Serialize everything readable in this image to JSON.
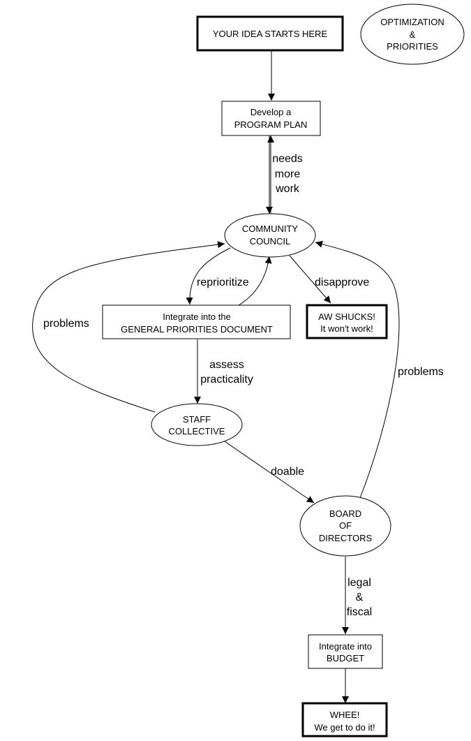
{
  "diagram": {
    "type": "flowchart",
    "title": "OPTIMIZATION & PRIORITIES",
    "title_lines": [
      "OPTIMIZATION",
      "&",
      "PRIORITIES"
    ],
    "nodes": {
      "start": {
        "lines": [
          "YOUR IDEA STARTS HERE"
        ],
        "shape": "box-bold"
      },
      "program_plan": {
        "lines": [
          "Develop a",
          "PROGRAM PLAN"
        ],
        "shape": "box"
      },
      "community_council": {
        "lines": [
          "COMMUNITY",
          "COUNCIL"
        ],
        "shape": "ellipse"
      },
      "priorities_doc": {
        "lines": [
          "Integrate into the",
          "GENERAL PRIORITIES DOCUMENT"
        ],
        "shape": "box"
      },
      "aw_shucks": {
        "lines": [
          "AW SHUCKS!",
          "It won't work!"
        ],
        "shape": "box-bold"
      },
      "staff_collective": {
        "lines": [
          "STAFF",
          "COLLECTIVE"
        ],
        "shape": "ellipse"
      },
      "board": {
        "lines": [
          "BOARD",
          "OF",
          "DIRECTORS"
        ],
        "shape": "ellipse"
      },
      "budget": {
        "lines": [
          "Integrate into",
          "BUDGET"
        ],
        "shape": "box"
      },
      "whee": {
        "lines": [
          "WHEE!",
          "We get to do it!"
        ],
        "shape": "box-bold"
      }
    },
    "edges": [
      {
        "from": "start",
        "to": "program_plan",
        "label_lines": []
      },
      {
        "from": "program_plan",
        "to": "community_council",
        "label_lines": [
          "needs",
          "more",
          "work"
        ],
        "bidirectional": true
      },
      {
        "from": "community_council",
        "to": "priorities_doc",
        "label_lines": [
          "reprioritize"
        ]
      },
      {
        "from": "priorities_doc",
        "to": "community_council",
        "label_lines": []
      },
      {
        "from": "community_council",
        "to": "aw_shucks",
        "label_lines": [
          "disapprove"
        ]
      },
      {
        "from": "priorities_doc",
        "to": "staff_collective",
        "label_lines": [
          "assess",
          "practicality"
        ]
      },
      {
        "from": "staff_collective",
        "to": "community_council",
        "label_lines": [
          "problems"
        ]
      },
      {
        "from": "staff_collective",
        "to": "board",
        "label_lines": [
          "doable"
        ]
      },
      {
        "from": "board",
        "to": "community_council",
        "label_lines": [
          "problems"
        ]
      },
      {
        "from": "board",
        "to": "budget",
        "label_lines": [
          "legal",
          "&",
          "fiscal"
        ]
      },
      {
        "from": "budget",
        "to": "whee",
        "label_lines": []
      }
    ]
  }
}
